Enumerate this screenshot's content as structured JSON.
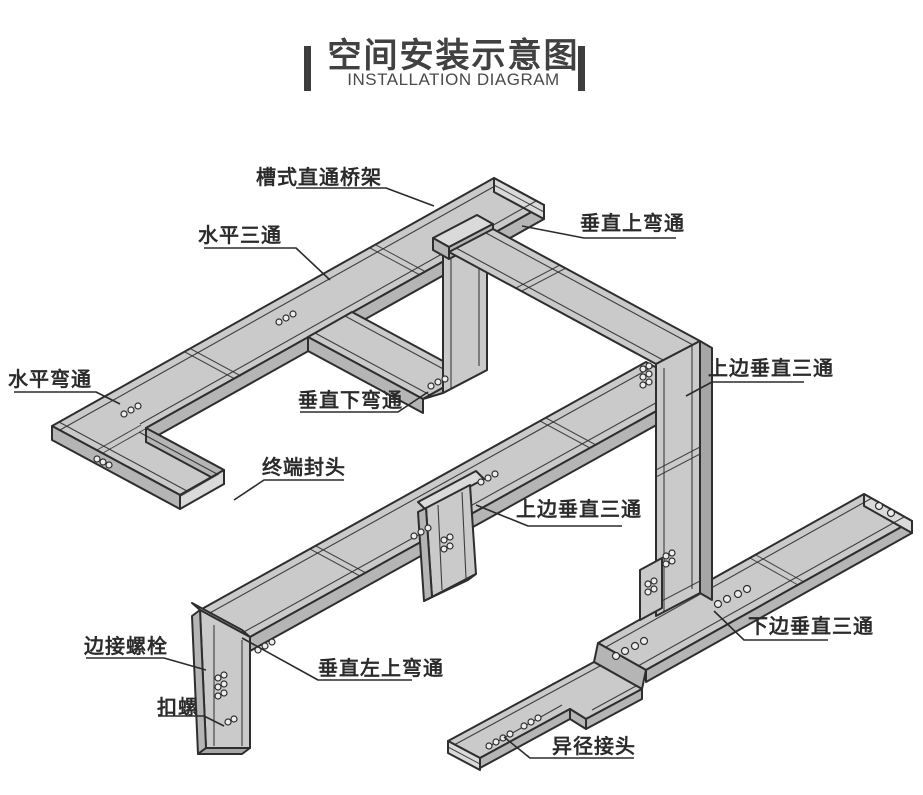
{
  "title": {
    "zh": "空间安装示意图",
    "en": "INSTALLATION DIAGRAM"
  },
  "labels": [
    {
      "id": "straight-tray",
      "text": "槽式直通桥架"
    },
    {
      "id": "horizontal-tee",
      "text": "水平三通"
    },
    {
      "id": "vertical-up-elbow",
      "text": "垂直上弯通"
    },
    {
      "id": "horizontal-elbow",
      "text": "水平弯通"
    },
    {
      "id": "vertical-down-elbow",
      "text": "垂直下弯通"
    },
    {
      "id": "end-cap",
      "text": "终端封头"
    },
    {
      "id": "upper-vertical-tee-right",
      "text": "上边垂直三通"
    },
    {
      "id": "upper-vertical-tee-mid",
      "text": "上边垂直三通"
    },
    {
      "id": "connecting-bolt",
      "text": "边接螺栓"
    },
    {
      "id": "buckle-screw",
      "text": "扣螺"
    },
    {
      "id": "vertical-left-up-elbow",
      "text": "垂直左上弯通"
    },
    {
      "id": "lower-vertical-tee",
      "text": "下边垂直三通"
    },
    {
      "id": "reducer-joint",
      "text": "异径接头"
    }
  ],
  "colors": {
    "tray": "#cacaca",
    "tray-side": "#b5b5b5",
    "tray-dark": "#a6a6a6",
    "tray-light": "#dadada",
    "outline": "#2e2e2e",
    "label-ink": "#2b2b2b",
    "title-ink": "#414141"
  }
}
